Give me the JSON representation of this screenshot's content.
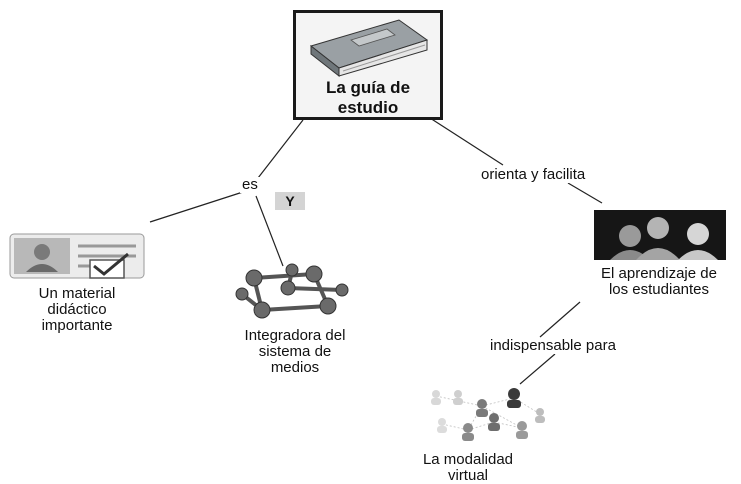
{
  "root": {
    "title_line1": "La guía de",
    "title_line2": "estudio",
    "icon": "book-icon"
  },
  "links": {
    "es": "es",
    "and_badge": "Y",
    "orienta": "orienta y facilita",
    "indispensable": "indispensable para"
  },
  "nodes": {
    "material": {
      "line1": "Un material",
      "line2": "didáctico",
      "line3": "importante",
      "icon": "id-card-check-icon"
    },
    "integradora": {
      "line1": "Integradora del",
      "line2": "sistema de",
      "line3": "medios",
      "icon": "molecule-cube-icon"
    },
    "aprendizaje": {
      "line1": "El aprendizaje de",
      "line2": "los estudiantes",
      "icon": "people-photo-icon"
    },
    "modalidad": {
      "line1": "La modalidad",
      "line2": "virtual",
      "icon": "network-people-icon"
    }
  }
}
